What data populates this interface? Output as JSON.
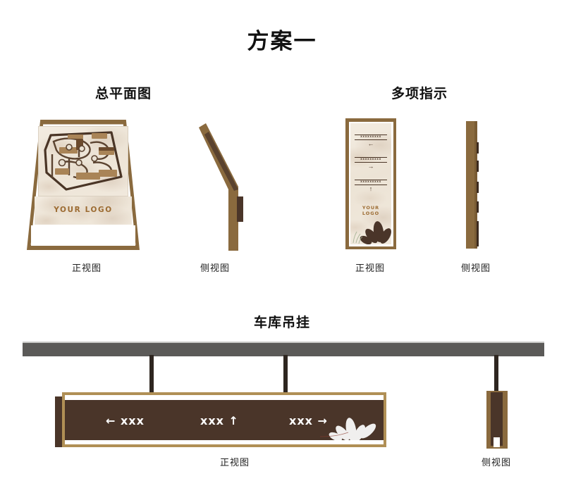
{
  "page": {
    "title": "方案一"
  },
  "sections": {
    "plan": {
      "heading": "总平面图",
      "front_caption": "正视图",
      "side_caption": "侧视图",
      "logo_text": "YOUR LOGO",
      "map_icon": "site-plan-map-icon"
    },
    "multi": {
      "heading": "多项指示",
      "front_caption": "正视图",
      "side_caption": "侧视图",
      "logo_text": "YOUR LOGO",
      "rows": [
        {
          "text": "xxxxxxxxx",
          "arrow": "←"
        },
        {
          "text": "xxxxxxxxx",
          "arrow": "→"
        },
        {
          "text": "xxxxxxxxx",
          "arrow": "↑"
        }
      ],
      "decoration_icon": "lotus-flower-icon"
    },
    "garage": {
      "heading": "车库吊挂",
      "front_caption": "正视图",
      "side_caption": "侧视图",
      "entries": [
        "← xxx",
        "xxx ↑",
        "xxx →"
      ],
      "decoration_icon": "lotus-flower-icon"
    }
  },
  "colors": {
    "frame_gold": "#8a6a3e",
    "frame_light_gold": "#b08f55",
    "panel_dark_brown": "#4a3529",
    "panel_beige": "#efe7da",
    "logo_brown": "#9c6b32",
    "ceiling_gray": "#5b5a58",
    "rod_dark": "#2e2620",
    "text_white": "#ffffff",
    "title_black": "#111111"
  }
}
